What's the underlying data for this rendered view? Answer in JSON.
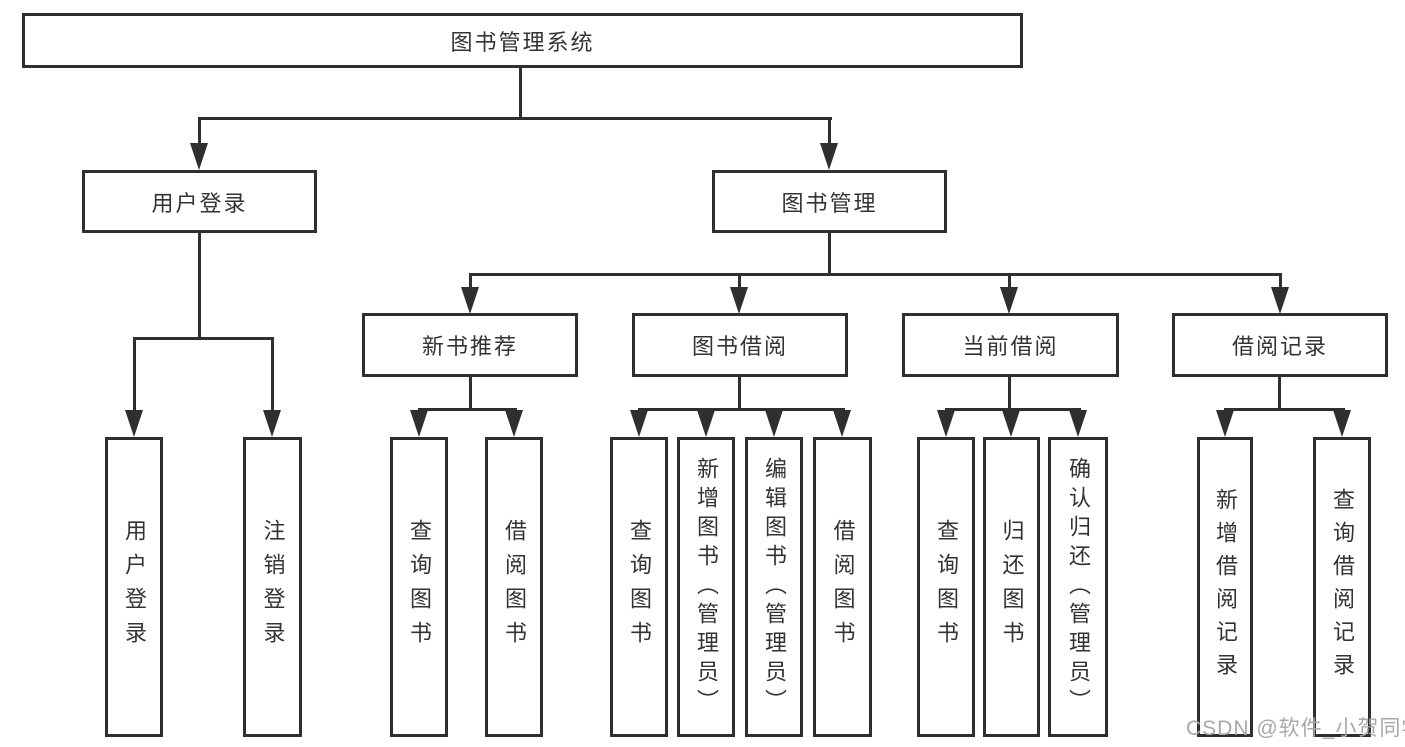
{
  "nodes": {
    "root": "图书管理系统",
    "level2": [
      "用户登录",
      "图书管理"
    ],
    "level3": [
      "新书推荐",
      "图书借阅",
      "当前借阅",
      "借阅记录"
    ],
    "leaves": [
      "用户登录",
      "注销登录",
      "查询图书",
      "借阅图书",
      "查询图书",
      "新增图书（管理员）",
      "编辑图书（管理员）",
      "借阅图书",
      "查询图书",
      "归还图书",
      "确认归还（管理员）",
      "新增借阅记录",
      "查询借阅记录"
    ]
  },
  "watermark": "CSDN @软件_小贺同学",
  "colors": {
    "line": "#2f2f2f",
    "text": "#333333",
    "watermark": "#a8a8a8",
    "background": "#ffffff"
  }
}
